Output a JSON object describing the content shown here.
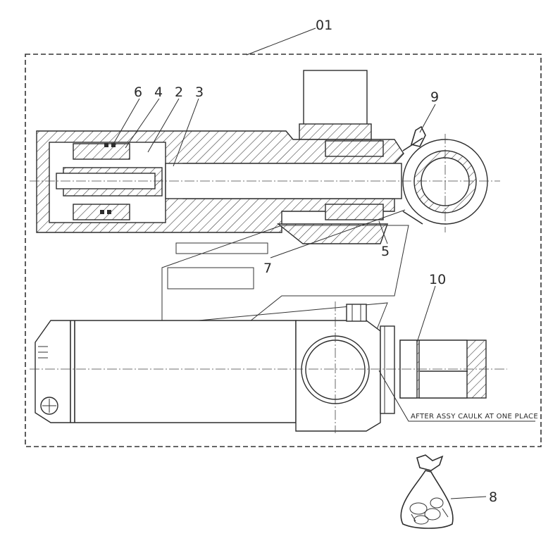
{
  "callouts": {
    "assembly": "01",
    "p2": "2",
    "p3": "3",
    "p4": "4",
    "p5": "5",
    "p6": "6",
    "p7": "7",
    "p8": "8",
    "p9": "9",
    "p10": "10"
  },
  "note": "AFTER ASSY CAULK AT ONE PLACE"
}
